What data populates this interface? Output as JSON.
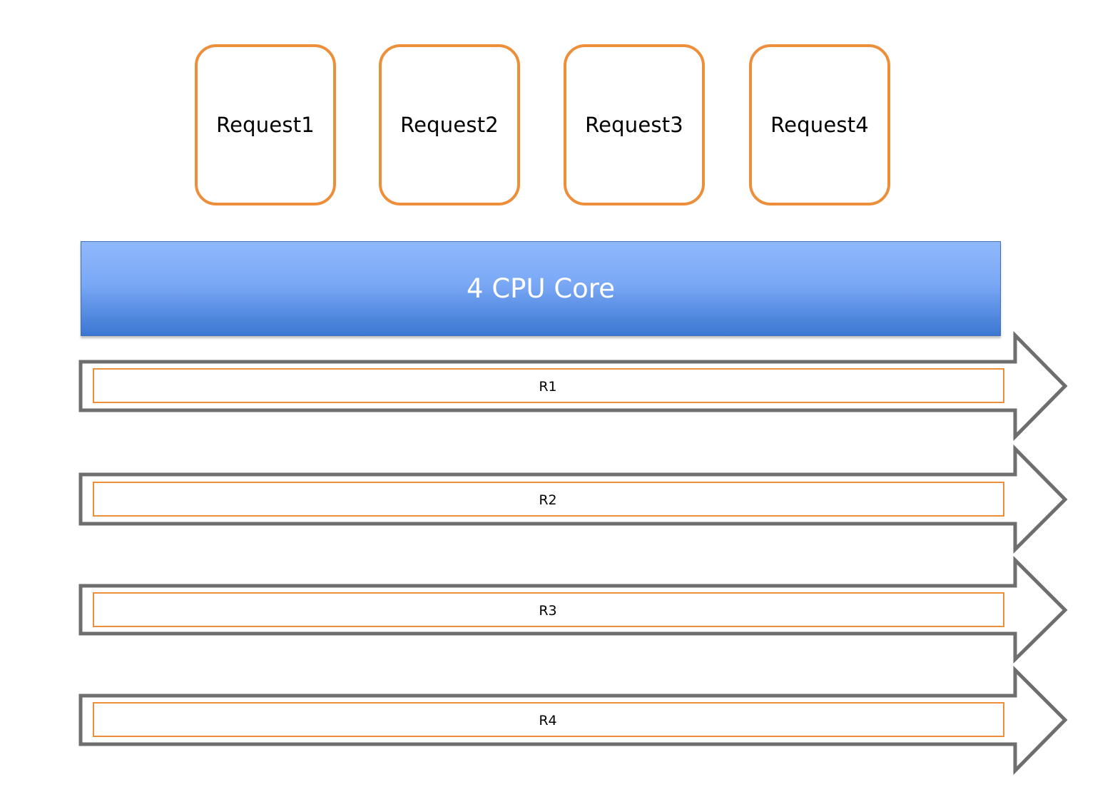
{
  "requests": [
    {
      "label": "Request1"
    },
    {
      "label": "Request2"
    },
    {
      "label": "Request3"
    },
    {
      "label": "Request4"
    }
  ],
  "cpu": {
    "label": "4 CPU Core"
  },
  "lanes": [
    {
      "label": "R1"
    },
    {
      "label": "R2"
    },
    {
      "label": "R3"
    },
    {
      "label": "R4"
    }
  ],
  "colors": {
    "request_border": "#ED8F3A",
    "cpu_fill_top": "#90B9FC",
    "cpu_fill_bottom": "#3B77D2",
    "arrow_outline": "#6E6E6E",
    "lane_border": "#ED8F3A"
  }
}
